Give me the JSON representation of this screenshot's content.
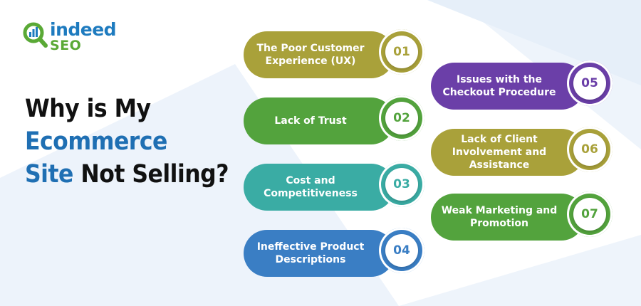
{
  "brand": {
    "word": "indeed",
    "sub": "SEO"
  },
  "headline": {
    "line1": "Why is My",
    "line2": "Ecommerce",
    "line3_blue": "Site",
    "line3_rest": " Not Selling?"
  },
  "colors": {
    "olive": "#a9a13a",
    "green": "#53a33d",
    "teal": "#3aaca4",
    "blue": "#3a7ec4",
    "purple": "#6b3fa8",
    "brand_blue": "#1f6fb3",
    "brand_green": "#5aa936"
  },
  "reasons": [
    {
      "num": "01",
      "label": "The Poor Customer Experience (UX)",
      "color": "#a9a13a"
    },
    {
      "num": "02",
      "label": "Lack of Trust",
      "color": "#53a33d"
    },
    {
      "num": "03",
      "label": "Cost and Competitiveness",
      "color": "#3aaca4"
    },
    {
      "num": "04",
      "label": "Ineffective Product Descriptions",
      "color": "#3a7ec4"
    },
    {
      "num": "05",
      "label": "Issues with the Checkout Procedure",
      "color": "#6b3fa8"
    },
    {
      "num": "06",
      "label": "Lack of Client Involvement and Assistance",
      "color": "#a9a13a"
    },
    {
      "num": "07",
      "label": "Weak Marketing and Promotion",
      "color": "#53a33d"
    }
  ]
}
